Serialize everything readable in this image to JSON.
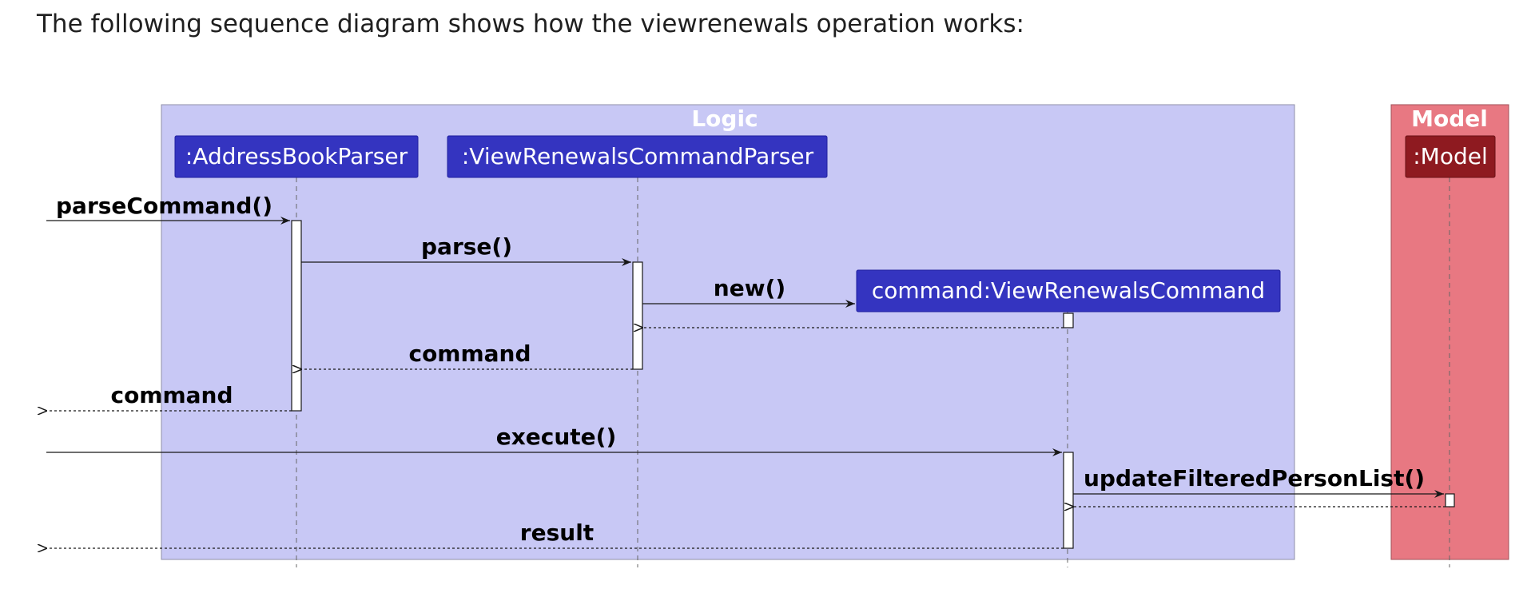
{
  "intro_text": "The following sequence diagram shows how the viewrenewals operation works:",
  "colors": {
    "logic_box": "#c8c8f5",
    "model_box": "#e87882",
    "participant_logic": "#3434c0",
    "participant_model": "#8e1a20"
  },
  "boxes": {
    "logic_title": "Logic",
    "model_title": "Model"
  },
  "participants": {
    "address_book_parser": ":AddressBookParser",
    "view_renewals_command_parser": ":ViewRenewalsCommandParser",
    "view_renewals_command": "command:ViewRenewalsCommand",
    "model": ":Model"
  },
  "messages": {
    "parse_command": "parseCommand()",
    "parse": "parse()",
    "new": "new()",
    "command_return_1": "command",
    "command_return_2": "command",
    "execute": "execute()",
    "update_filtered_person_list": "updateFilteredPersonList()",
    "result": "result"
  }
}
